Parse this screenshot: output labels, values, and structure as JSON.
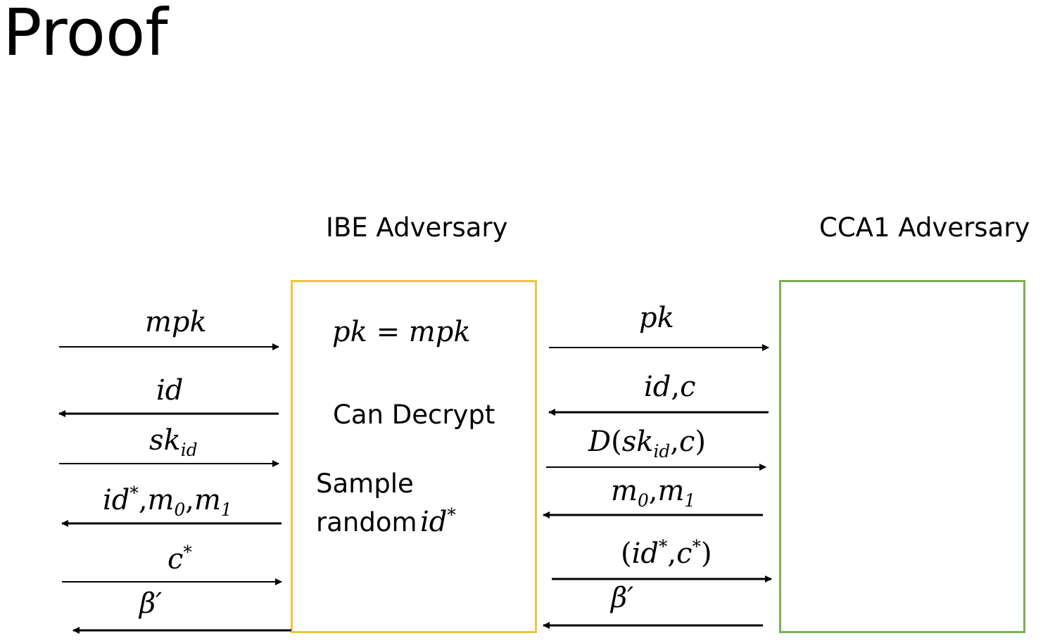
{
  "slide": {
    "title": "Proof"
  },
  "ibe": {
    "heading": "IBE Adversary",
    "box_color": "#f2c23d",
    "lines": {
      "pk_lhs": "pk",
      "equals": "=",
      "pk_rhs": "mpk",
      "can_decrypt": "Can Decrypt",
      "sample": "Sample",
      "random": "random",
      "id": "id",
      "star": "*"
    }
  },
  "cca": {
    "heading": "CCA1 Adversary",
    "box_color": "#7ab150"
  },
  "left_arrows": {
    "a1": {
      "text": "mpk",
      "direction": "right"
    },
    "a2": {
      "text": "id",
      "direction": "left"
    },
    "a3": {
      "base": "sk",
      "sub": "id",
      "direction": "right"
    },
    "a4": {
      "id": "id",
      "star": "*",
      "comma1": ",",
      "m0": "m",
      "m0_sub": "0",
      "comma2": ",",
      "m1": "m",
      "m1_sub": "1",
      "direction": "left"
    },
    "a5": {
      "base": "c",
      "star": "*",
      "direction": "right"
    },
    "a6": {
      "text": "β′",
      "direction": "left"
    }
  },
  "right_arrows": {
    "b1": {
      "text": "pk",
      "direction": "right"
    },
    "b2": {
      "id": "id",
      "comma": ",",
      "c": "c",
      "direction": "left"
    },
    "b3": {
      "D": "D",
      "lp": "(",
      "sk": "sk",
      "sub": "id",
      "comma": ",",
      "c": "c",
      "rp": ")",
      "direction": "right"
    },
    "b4": {
      "m0": "m",
      "m0_sub": "0",
      "comma": ",",
      "m1": "m",
      "m1_sub": "1",
      "direction": "left"
    },
    "b5": {
      "lp": "(",
      "id": "id",
      "star1": "*",
      "comma": ",",
      "c": "c",
      "star2": "*",
      "rp": ")",
      "direction": "right"
    },
    "b6": {
      "text": "β′",
      "direction": "left"
    }
  }
}
